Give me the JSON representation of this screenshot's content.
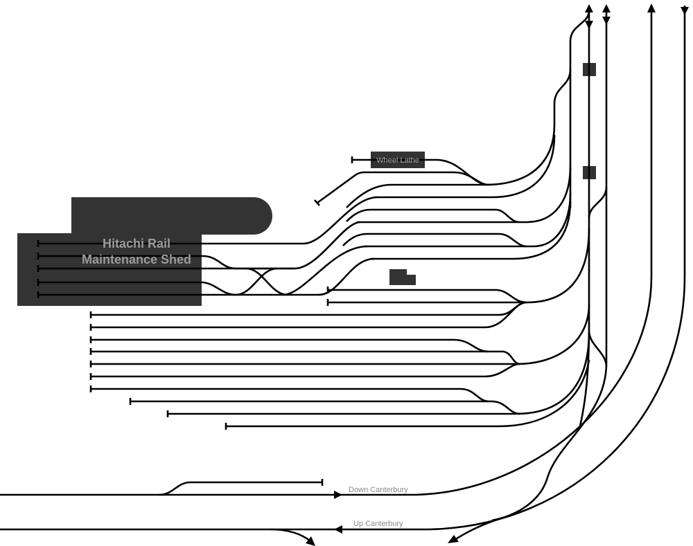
{
  "diagram": {
    "shed": {
      "line1": "Hitachi Rail",
      "line2": "Maintenance Shed"
    },
    "wheel_lathe": {
      "label": "Wheel Lathe"
    },
    "main_lines": {
      "down": {
        "label": "Down Canterbury"
      },
      "up": {
        "label": "Up Canterbury"
      }
    },
    "colors": {
      "track": "#000000",
      "building": "#333333",
      "shed_text": "#9a9a9a",
      "line_label": "#888888"
    }
  }
}
